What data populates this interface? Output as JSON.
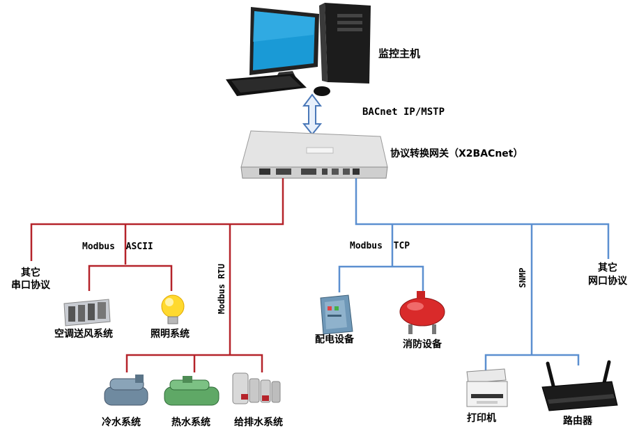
{
  "nodes": {
    "host": "监控主机",
    "gateway": "协议转换网关（X2BACnet）",
    "aircon": "空调送风系统",
    "lighting": "照明系统",
    "serial_other_line1": "其它",
    "serial_other_line2": "串口协议",
    "chiller_cold": "冷水系统",
    "chiller_hot": "热水系统",
    "water_supply": "给排水系统",
    "power": "配电设备",
    "fire": "消防设备",
    "net_other_line1": "其它",
    "net_other_line2": "网口协议",
    "printer": "打印机",
    "router": "路由器"
  },
  "links": {
    "bacnet": "BACnet IP/MSTP",
    "modbus_ascii": "Modbus  ASCII",
    "modbus_rtu": "Modbus RTU",
    "modbus_tcp": "Modbus  TCP",
    "snmp": "SNMP"
  },
  "colors": {
    "serial_line": "#b5232a",
    "network_line": "#5b8fd0",
    "arrow": "#4a78b8"
  },
  "icons": {
    "host": "desktop-computer-icon",
    "gateway": "gateway-box-icon",
    "aircon": "air-handling-unit-icon",
    "lighting": "light-bulb-icon",
    "chiller_cold": "chiller-icon",
    "chiller_hot": "heat-pump-icon",
    "water_supply": "pump-station-icon",
    "power": "electrical-cabinet-icon",
    "fire": "fire-pump-icon",
    "printer": "printer-icon",
    "router": "router-icon"
  }
}
